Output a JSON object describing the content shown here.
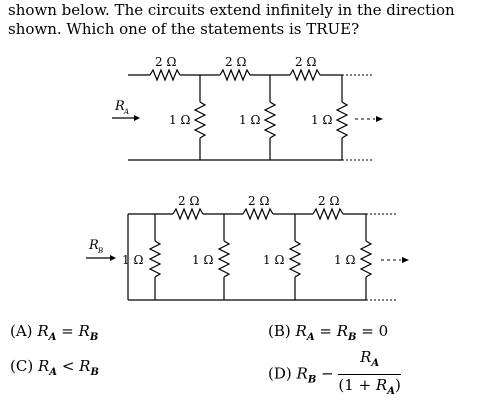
{
  "question": {
    "line1": "shown below. The circuits extend infinitely in the direction",
    "line2": "shown. Which one of the statements is TRUE?"
  },
  "circuit_a": {
    "series_labels": [
      "2 Ω",
      "2 Ω",
      "2 Ω"
    ],
    "shunt_labels": [
      "1 Ω",
      "1 Ω",
      "1 Ω"
    ],
    "input_label": "R",
    "input_sub": "A"
  },
  "circuit_b": {
    "series_labels": [
      "2 Ω",
      "2 Ω",
      "2 Ω"
    ],
    "shunt_labels": [
      "1 Ω",
      "1 Ω",
      "1 Ω",
      "1 Ω"
    ],
    "input_label": "R",
    "input_sub": "B"
  },
  "options": {
    "a_tag": "(A)",
    "b_tag": "(B)",
    "c_tag": "(C)",
    "d_tag": "(D)",
    "R": "R",
    "sub_a": "A",
    "sub_b": "B",
    "eq": "=",
    "lt": "<",
    "minus": "−",
    "zero": "= 0",
    "den_open": "(1 + ",
    "den_close": ")"
  },
  "colors": {
    "ink": "#000000",
    "background": "#ffffff"
  }
}
